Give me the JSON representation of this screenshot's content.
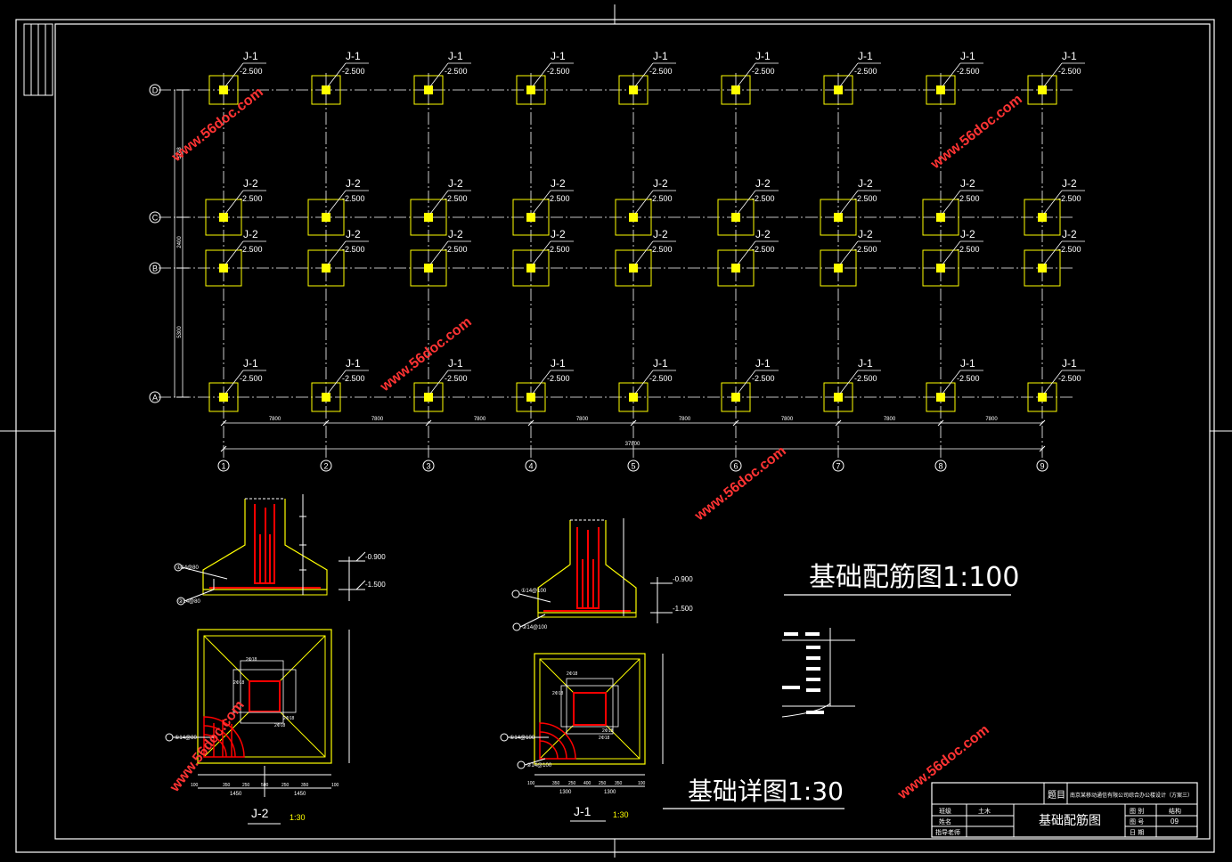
{
  "plan": {
    "axes_x": [
      "1",
      "2",
      "3",
      "4",
      "5",
      "6",
      "7",
      "8",
      "9"
    ],
    "axes_y": [
      "D",
      "C",
      "B",
      "A"
    ],
    "bay_dim": "7800",
    "total_dim": "37800",
    "left_dims": [
      "3148",
      "2400",
      "5300"
    ],
    "foot_j1": "J-1",
    "foot_j2": "J-2",
    "elev": "-2.500"
  },
  "watermark": "www.56doc.com",
  "titles": {
    "plan_title": "基础配筋图1:100",
    "detail_title": "基础详图1:30"
  },
  "details": {
    "j2": {
      "label": "J-2",
      "scale": "1:30",
      "elev_top": "-0.900",
      "elev_bot": "-1.500",
      "rebar_1": "①14@80",
      "rebar_2": "②14@80",
      "dim_bottom_total": "1450",
      "dim_bottom_parts": [
        "100",
        "350",
        "250",
        "500",
        "250",
        "350",
        "100"
      ],
      "dim_bottom_half": "1450",
      "center_labels": [
        "2Φ18",
        "2Φ18",
        "2Φ18",
        "2Φ18"
      ]
    },
    "j1": {
      "label": "J-1",
      "scale": "1:30",
      "elev_top": "-0.900",
      "elev_bot": "-1.500",
      "rebar_1": "①14@100",
      "rebar_2": "②14@100",
      "dim_bottom_total": "1300",
      "dim_bottom_parts": [
        "100",
        "350",
        "250",
        "400",
        "250",
        "350",
        "100"
      ],
      "dim_bottom_half": "1300",
      "center_labels": [
        "2Φ18",
        "2Φ18",
        "2Φ18",
        "2Φ18"
      ]
    }
  },
  "title_block": {
    "topic_label": "题目",
    "topic": "南京某移动通信有限公司综合办公楼设计（方案三）",
    "row1_left": "班级",
    "row1_mid": "土木",
    "row2_left": "姓名",
    "row3_left": "指导老师",
    "drawing_name": "基础配筋图",
    "f1_label": "图 别",
    "f1_value": "结构",
    "f2_label": "图 号",
    "f2_value": "09",
    "f3_label": "日 期",
    "f3_value": ""
  },
  "colors": {
    "bg": "#000000",
    "frame": "#ffffff",
    "footing": "#ffff00",
    "rebar": "#ff0000",
    "watermark": "#ff2a2a",
    "dim": "#ffffff"
  }
}
